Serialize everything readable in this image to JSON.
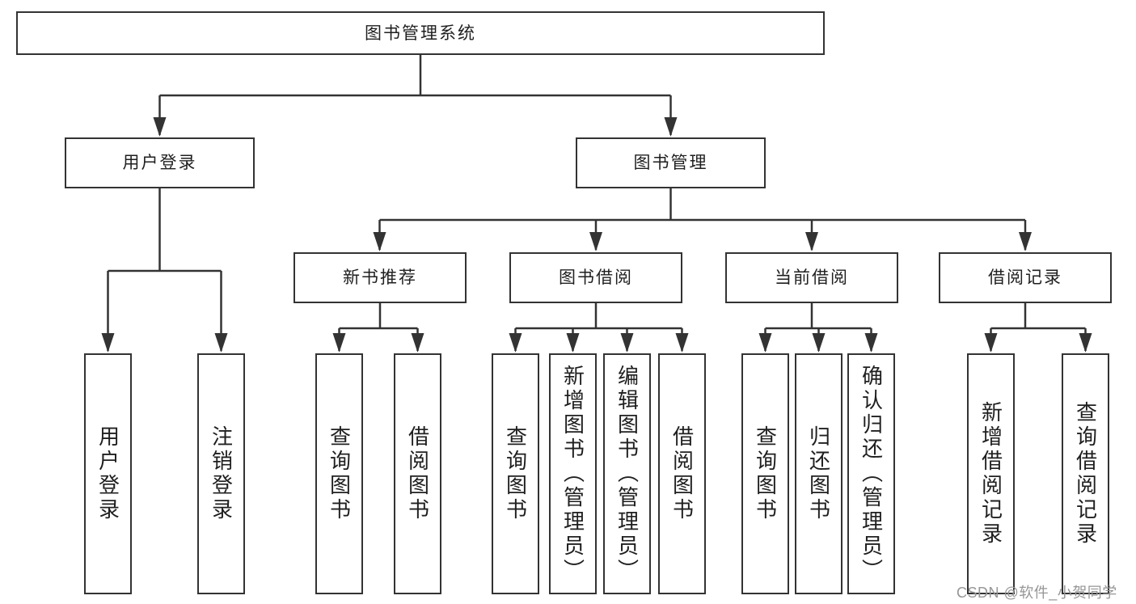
{
  "diagram": {
    "root": {
      "label": "图书管理系统"
    },
    "level2": [
      {
        "id": "user-login",
        "label": "用户登录"
      },
      {
        "id": "book-management",
        "label": "图书管理"
      }
    ],
    "level3": [
      {
        "id": "new-book-recommendation",
        "label": "新书推荐"
      },
      {
        "id": "book-borrowing",
        "label": "图书借阅"
      },
      {
        "id": "current-borrowing",
        "label": "当前借阅"
      },
      {
        "id": "borrowing-records",
        "label": "借阅记录"
      }
    ],
    "leaves": [
      {
        "group": "user-login",
        "label": "用户登录"
      },
      {
        "group": "user-login",
        "label": "注销登录"
      },
      {
        "group": "new-book-recommendation",
        "label": "查询图书"
      },
      {
        "group": "new-book-recommendation",
        "label": "借阅图书"
      },
      {
        "group": "book-borrowing",
        "label": "查询图书"
      },
      {
        "group": "book-borrowing",
        "label": "新增图书（管理员）"
      },
      {
        "group": "book-borrowing",
        "label": "编辑图书（管理员）"
      },
      {
        "group": "book-borrowing",
        "label": "借阅图书"
      },
      {
        "group": "current-borrowing",
        "label": "查询图书"
      },
      {
        "group": "current-borrowing",
        "label": "归还图书"
      },
      {
        "group": "current-borrowing",
        "label": "确认归还（管理员）"
      },
      {
        "group": "borrowing-records",
        "label": "新增借阅记录"
      },
      {
        "group": "borrowing-records",
        "label": "查询借阅记录"
      }
    ],
    "colors": {
      "line": "#333333",
      "text": "#1f1f1f",
      "background": "#ffffff",
      "watermark": "#969696"
    }
  },
  "watermark": {
    "text": "CSDN @软件_小贺同学"
  }
}
